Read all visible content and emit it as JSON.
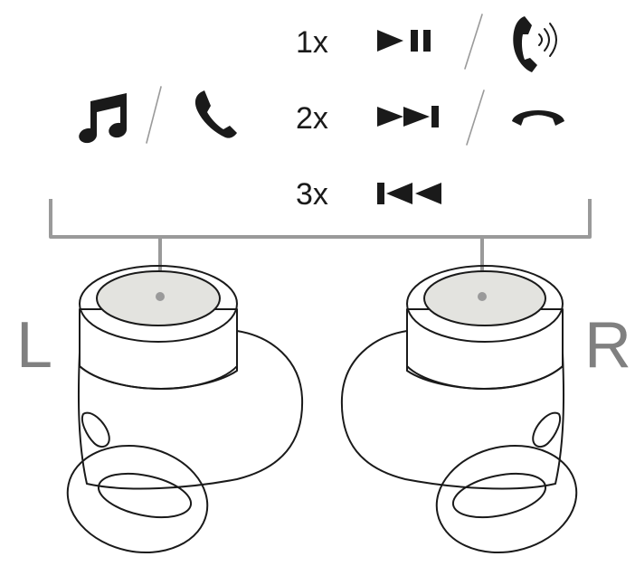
{
  "title": "",
  "left_label": "L",
  "right_label": "R",
  "press_rows": [
    {
      "count": "1x",
      "action_icon": "play-pause-icon",
      "alt_icon": "incoming-call-icon"
    },
    {
      "count": "2x",
      "action_icon": "next-track-icon",
      "alt_icon": "end-call-icon"
    },
    {
      "count": "3x",
      "action_icon": "previous-track-icon",
      "alt_icon": ""
    }
  ],
  "mode_icons": [
    "music-note-icon",
    "phone-icon"
  ],
  "colors": {
    "ink": "#1a1a1a",
    "label_gray": "#808080",
    "bracket_gray": "#9a9a9a",
    "touch_pad": "#e3e3df"
  }
}
